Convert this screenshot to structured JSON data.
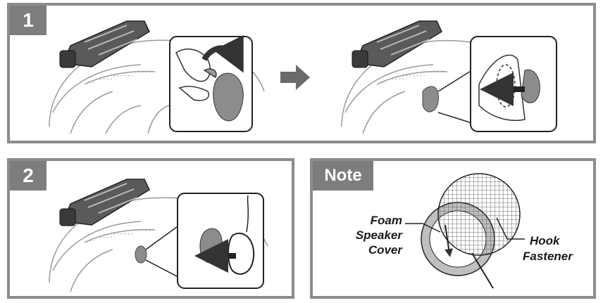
{
  "steps": [
    {
      "number": "1"
    },
    {
      "number": "2"
    }
  ],
  "note": {
    "title": "Note",
    "labels": {
      "foam_line1": "Foam",
      "foam_line2": "Speaker",
      "foam_line3": "Cover",
      "hook_line1": "Hook",
      "hook_line2": "Fastener"
    }
  },
  "icons": [
    "headset-device-icon",
    "helmet-outline-icon",
    "arrow-right-icon",
    "hand-icon",
    "speaker-icon"
  ]
}
